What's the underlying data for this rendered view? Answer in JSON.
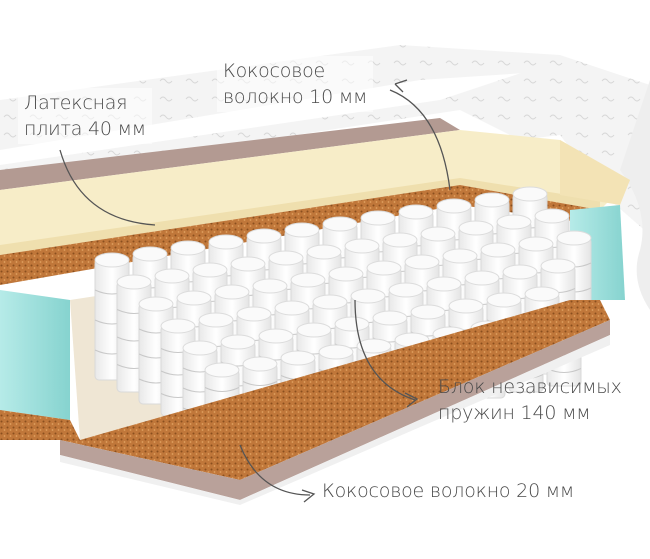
{
  "figure": {
    "subject": "Mattress cross-section",
    "colors": {
      "cover": "#f3f3f3",
      "latex": "#f7edc8",
      "coconut": "#c07a3c",
      "spring": "#ffffff",
      "foam_edge": "#9fdfdc",
      "felt": "#bda9a2",
      "text": "#4a4a4a"
    }
  },
  "labels": {
    "latex": {
      "line1": "Латексная",
      "line2": "плита 40 мм"
    },
    "coconut_top": {
      "line1": "Кокосовое",
      "line2": "волокно 10 мм"
    },
    "springs": {
      "line1": "Блок независимых",
      "line2": "пружин 140 мм"
    },
    "coconut_bottom": {
      "line1": "Кокосовое волокно  20 мм"
    }
  }
}
